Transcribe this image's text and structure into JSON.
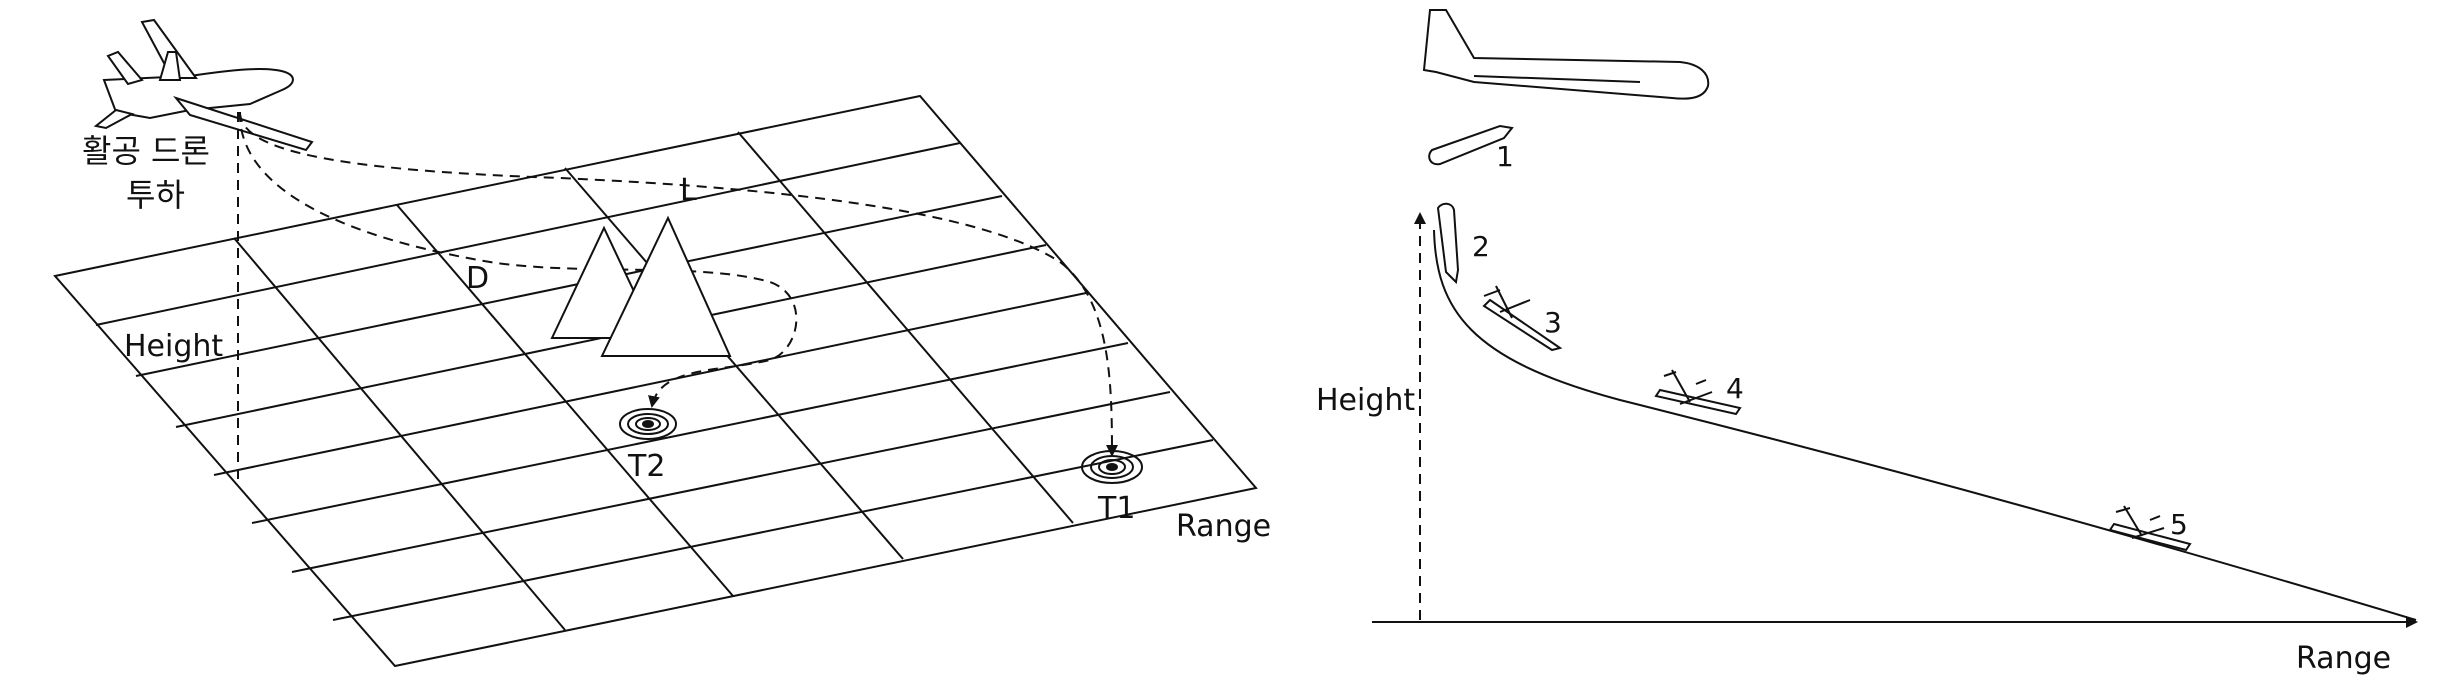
{
  "left_panel": {
    "drop_label_line1": "활공 드론",
    "drop_label_line2": "투하",
    "height_label": "Height",
    "range_label": "Range",
    "point_d": "D",
    "point_l": "L",
    "target_1": "T1",
    "target_2": "T2"
  },
  "right_panel": {
    "height_label": "Height",
    "range_label": "Range",
    "stages": [
      "1",
      "2",
      "3",
      "4",
      "5"
    ]
  }
}
